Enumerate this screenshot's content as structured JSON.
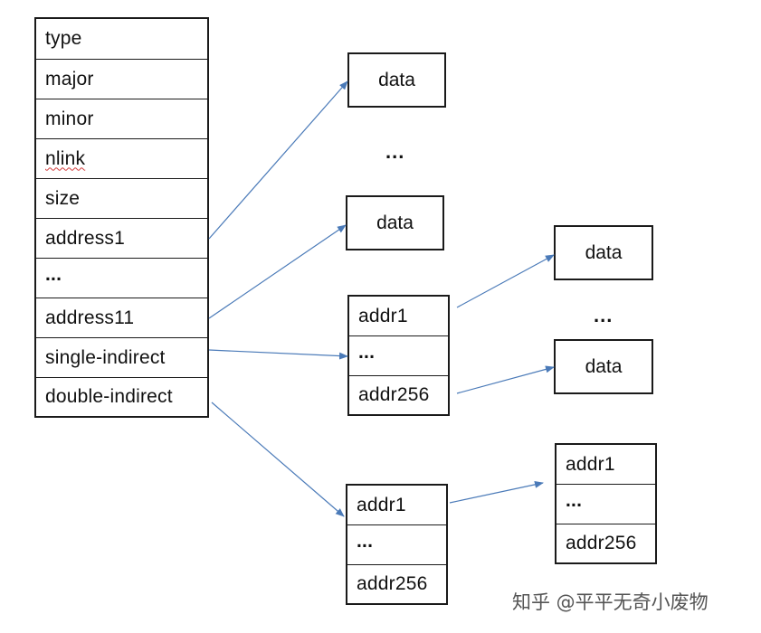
{
  "inode": {
    "fields": [
      "type",
      "major",
      "minor",
      "nlink",
      "size",
      "address1",
      "...",
      "address11",
      "single-indirect",
      "double-indirect"
    ]
  },
  "data_blocks": {
    "top_1": "data",
    "top_dots": "...",
    "top_2": "data",
    "right_1": "data",
    "right_dots": "...",
    "right_2": "data"
  },
  "single_indirect_block": [
    "addr1",
    "...",
    "addr256"
  ],
  "double_indirect_block": [
    "addr1",
    "...",
    "addr256"
  ],
  "second_level_block": [
    "addr1",
    "...",
    "addr256"
  ],
  "watermark": "知乎 @平平无奇小废物",
  "colors": {
    "border": "#1a1a1a",
    "arrow": "#4a7ab8",
    "spellcheck_underline": "#d23a3a"
  }
}
